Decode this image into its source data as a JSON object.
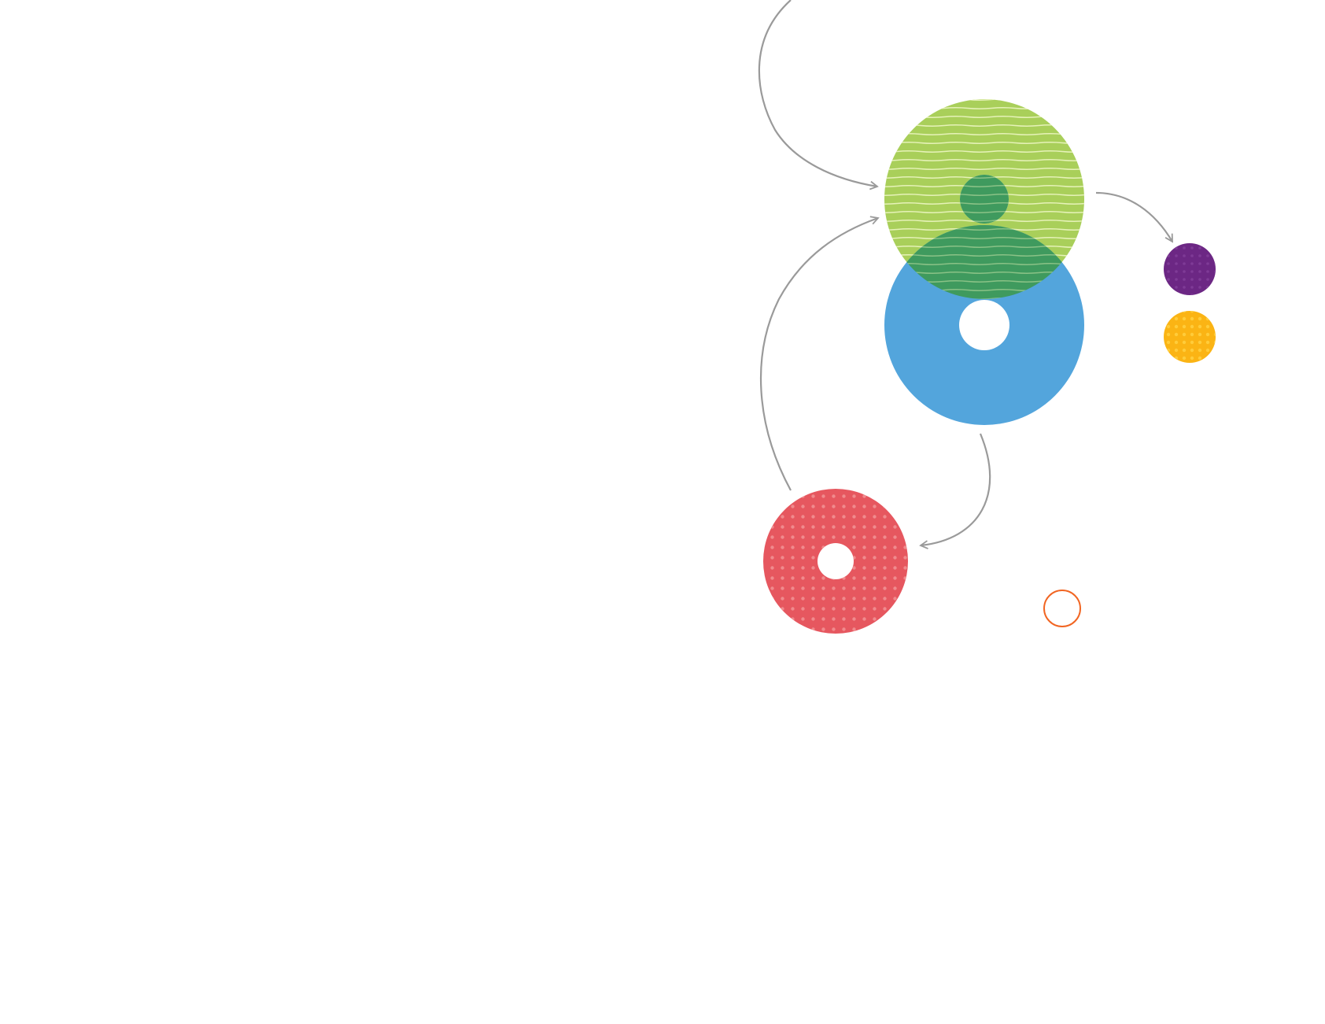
{
  "diagram": {
    "colors": {
      "background": "#ffffff",
      "arrow": "#9a9a9a",
      "green": "#a9cf5a",
      "green_stripe": "#e6f2b8",
      "blue": "#53a5dc",
      "overlap": "#3f9a5e",
      "red": "#e6575f",
      "red_dot": "#f08a8d",
      "purple": "#6c2784",
      "purple_dot": "#7e3a96",
      "yellow": "#fbb414",
      "yellow_dot": "#ffcc3a",
      "ring_outline": "#f16522"
    },
    "nodes": [
      {
        "id": "green-ring",
        "shape": "ring",
        "fill": "green",
        "texture": "stripes"
      },
      {
        "id": "blue-ring",
        "shape": "ring",
        "fill": "blue",
        "texture": "solid"
      },
      {
        "id": "red-ring",
        "shape": "ring",
        "fill": "red",
        "texture": "dots"
      },
      {
        "id": "purple-dot",
        "shape": "circle",
        "fill": "purple",
        "texture": "dots"
      },
      {
        "id": "yellow-dot",
        "shape": "circle",
        "fill": "yellow",
        "texture": "dots"
      },
      {
        "id": "orange-ring",
        "shape": "circle",
        "fill": "none",
        "stroke": "ring_outline"
      }
    ],
    "arrows": [
      {
        "id": "arrow-top-to-green",
        "from": "off-page",
        "to": "green-ring"
      },
      {
        "id": "arrow-green-to-purple",
        "from": "green-ring",
        "to": "purple-dot"
      },
      {
        "id": "arrow-blue-to-red",
        "from": "blue-ring",
        "to": "red-ring"
      },
      {
        "id": "arrow-red-to-green",
        "from": "red-ring",
        "to": "green-ring"
      }
    ]
  }
}
